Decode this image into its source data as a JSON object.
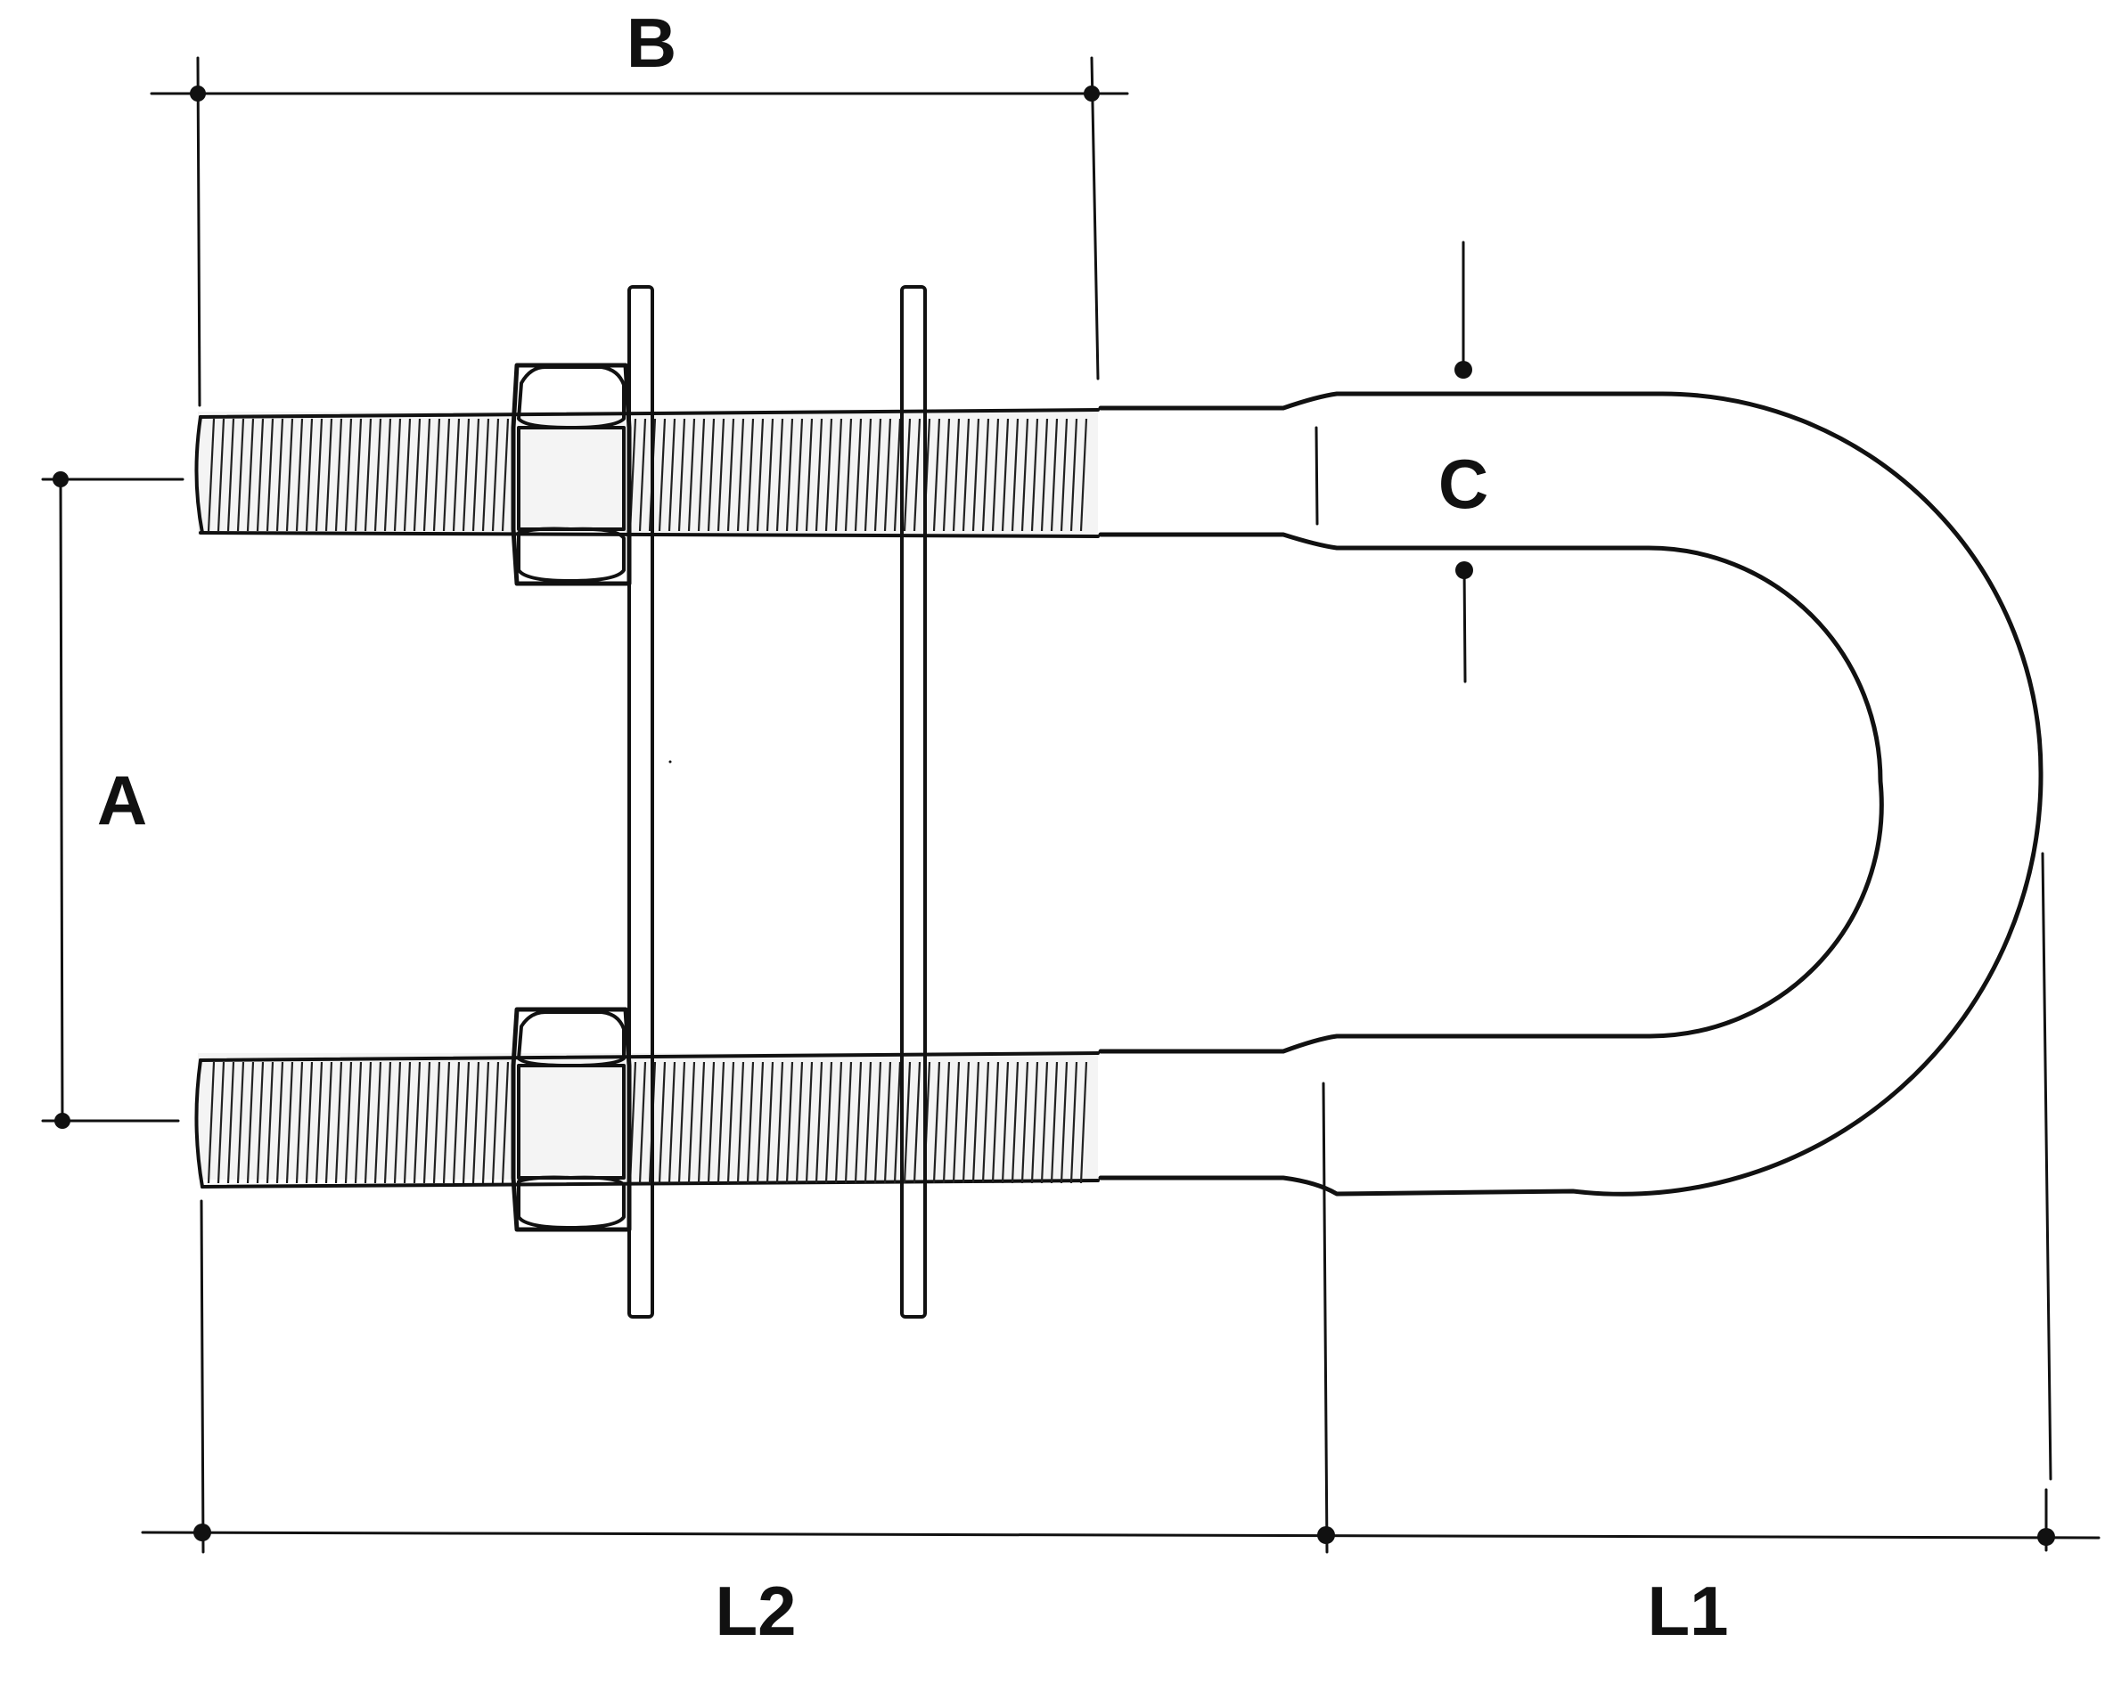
{
  "diagram": {
    "labels": {
      "a": "A",
      "b": "B",
      "c": "C",
      "l1": "L1",
      "l2": "L2"
    },
    "colors": {
      "ink": "#111111",
      "background": "#ffffff"
    }
  }
}
